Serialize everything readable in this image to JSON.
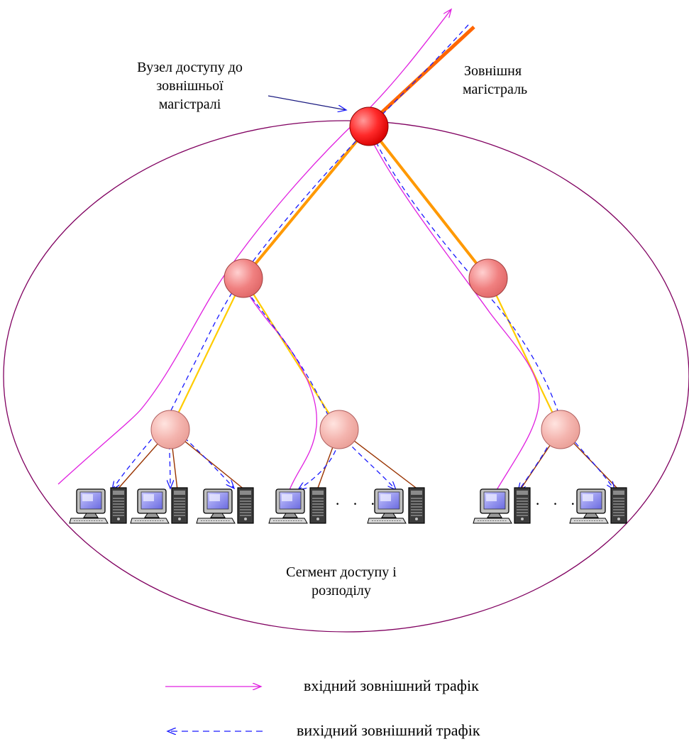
{
  "labels": {
    "access_node_line1": "Вузел доступу до",
    "access_node_line2": "зовнішньої",
    "access_node_line3": "магістралі",
    "backbone_line1": "Зовнішня",
    "backbone_line2": "магістраль",
    "segment_line1": "Сегмент доступу і",
    "segment_line2": "розподілу",
    "ellipsis_left": "· · ·",
    "ellipsis_right": "· · ·"
  },
  "legend": {
    "incoming": "вхідний зовнішний трафік",
    "outgoing": "вихідний зовнішний трафік"
  },
  "colors": {
    "incoming": "#e020e0",
    "outgoing": "#1a1aff",
    "backbone": "#ff6600",
    "trunk": "#ff9900",
    "branch": "#ffcc00",
    "access": "#993300",
    "segment_border": "#800060"
  }
}
